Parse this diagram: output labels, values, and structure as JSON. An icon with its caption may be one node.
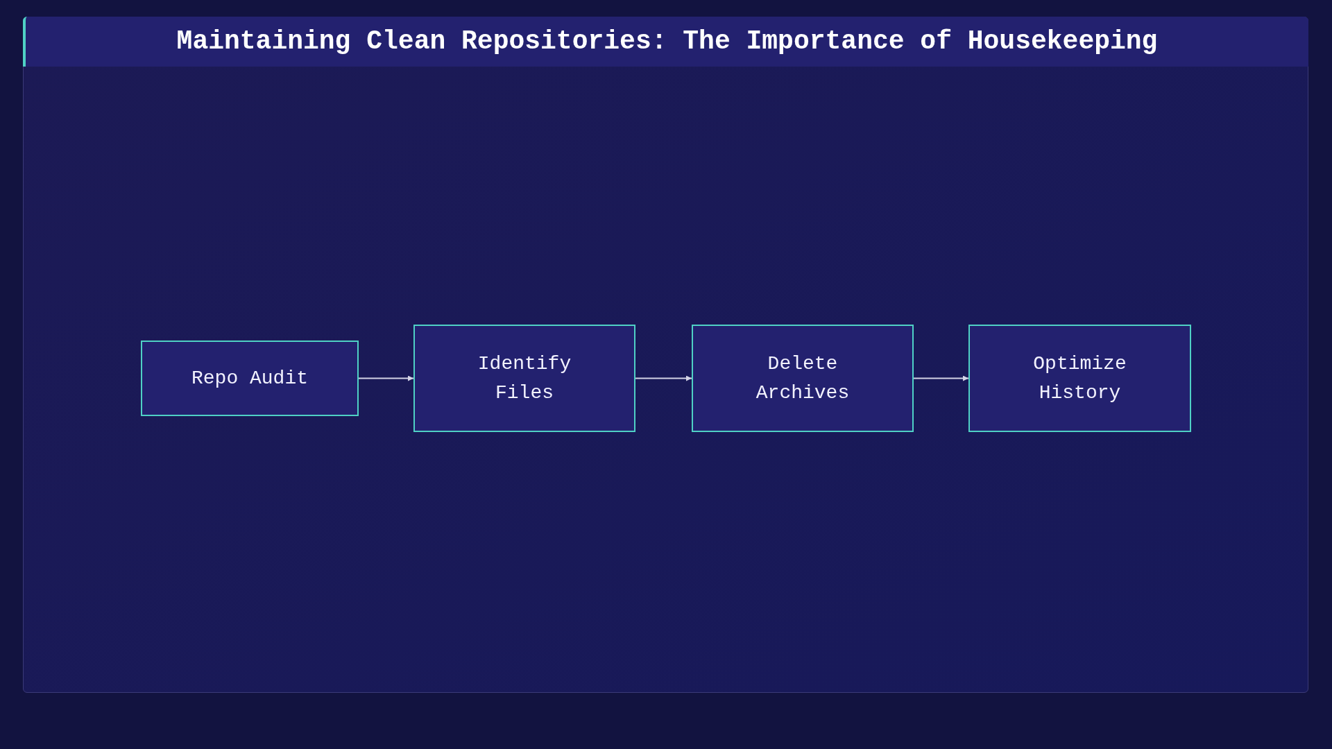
{
  "diagram": {
    "title": "Maintaining Clean Repositories: The Importance of Housekeeping",
    "nodes": [
      {
        "text": [
          "Repo Audit"
        ]
      },
      {
        "text": [
          "Identify Files"
        ]
      },
      {
        "text": [
          "Delete Archives"
        ]
      },
      {
        "text": [
          "Optimize History"
        ]
      }
    ],
    "edges": [
      {
        "from": 0,
        "to": 1,
        "arrow": "to"
      },
      {
        "from": 1,
        "to": 2,
        "arrow": "to"
      },
      {
        "from": 2,
        "to": 3,
        "arrow": "to"
      }
    ]
  }
}
